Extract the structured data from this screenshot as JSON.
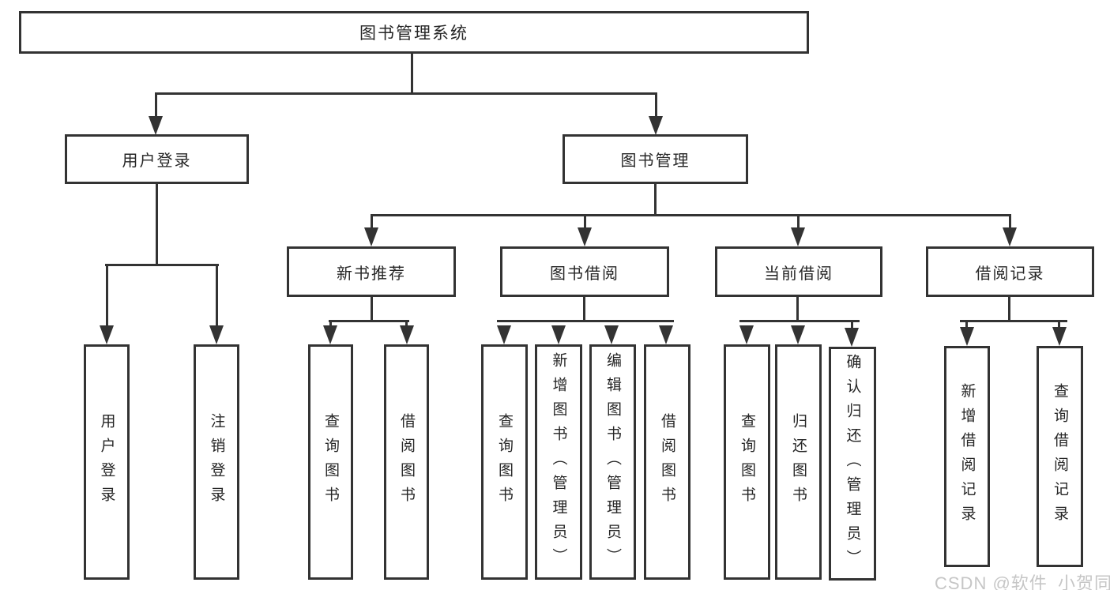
{
  "diagram": {
    "title": "图书管理系统",
    "colors": {
      "line": "#333333",
      "text": "#262626",
      "watermark": "#c6c6c6",
      "background": "#ffffff"
    },
    "tree": {
      "label": "图书管理系统",
      "children": [
        {
          "label": "用户登录",
          "children": [
            {
              "label": "用户登录"
            },
            {
              "label": "注销登录"
            }
          ]
        },
        {
          "label": "图书管理",
          "children": [
            {
              "label": "新书推荐",
              "children": [
                {
                  "label": "查询图书"
                },
                {
                  "label": "借阅图书"
                }
              ]
            },
            {
              "label": "图书借阅",
              "children": [
                {
                  "label": "查询图书"
                },
                {
                  "label": "新增图书（管理员）"
                },
                {
                  "label": "编辑图书（管理员）"
                },
                {
                  "label": "借阅图书"
                }
              ]
            },
            {
              "label": "当前借阅",
              "children": [
                {
                  "label": "查询图书"
                },
                {
                  "label": "归还图书"
                },
                {
                  "label": "确认归还（管理员）"
                }
              ]
            },
            {
              "label": "借阅记录",
              "children": [
                {
                  "label": "新增借阅记录"
                },
                {
                  "label": "查询借阅记录"
                }
              ]
            }
          ]
        }
      ]
    }
  },
  "watermark": {
    "text": "CSDN @软件_小贺同学"
  }
}
